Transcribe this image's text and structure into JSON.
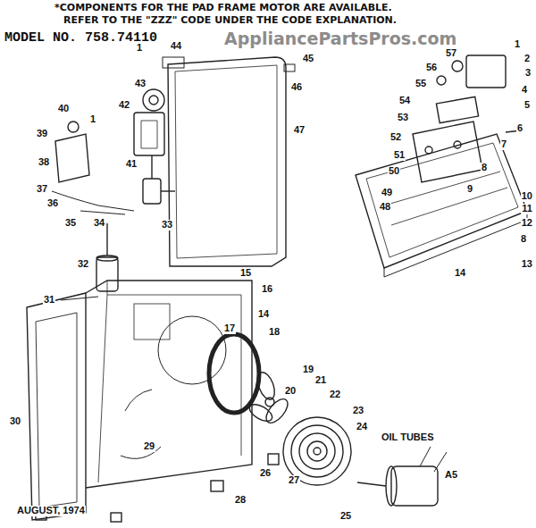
{
  "diagram": {
    "title": "MODEL NO. 758.74110",
    "labels": [
      "*COMPONENTS FOR THE PAD FRAME MOTOR ARE AVAILABLE.",
      "REFER TO THE \"ZZZ\" CODE UNDER THE CODE EXPLANATION.",
      "AppliancePartsPros.com",
      "57",
      "1",
      "2",
      "3",
      "56",
      "55",
      "4",
      "54",
      "5",
      "53",
      "6",
      "52",
      "7",
      "51",
      "50",
      "8",
      "49",
      "9",
      "48",
      "10",
      "11",
      "12",
      "8",
      "13",
      "14",
      "1",
      "44",
      "45",
      "46",
      "47",
      "43",
      "42",
      "40",
      "1",
      "39",
      "41",
      "38",
      "37",
      "36",
      "35",
      "34",
      "33",
      "32",
      "15",
      "16",
      "31",
      "14",
      "17",
      "18",
      "19",
      "20",
      "21",
      "22",
      "23",
      "24",
      "30",
      "29",
      "26",
      "27",
      "28",
      "25",
      "OIL TUBES",
      "A5",
      "AUGUST, 1974"
    ]
  }
}
